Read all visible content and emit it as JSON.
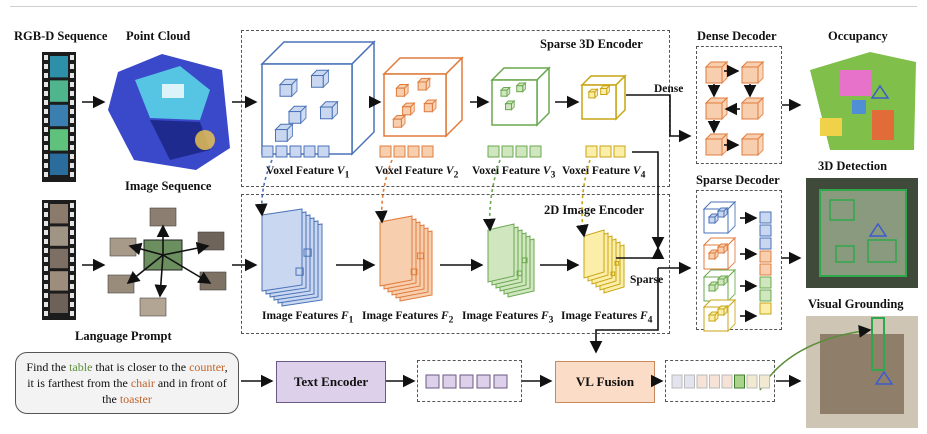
{
  "inputs": {
    "rgbd_sequence": "RGB-D Sequence",
    "point_cloud": "Point Cloud",
    "image_sequence": "Image Sequence",
    "language_prompt": "Language Prompt"
  },
  "encoders": {
    "sparse_3d": "Sparse 3D Encoder",
    "image_2d": "2D  Image Encoder",
    "text": "Text Encoder"
  },
  "voxel_features": [
    {
      "prefix": "Voxel Feature ",
      "sym": "V",
      "sub": "1"
    },
    {
      "prefix": "Voxel Feature ",
      "sym": "V",
      "sub": "2"
    },
    {
      "prefix": "Voxel Feature ",
      "sym": "V",
      "sub": "3"
    },
    {
      "prefix": "Voxel Feature ",
      "sym": "V",
      "sub": "4"
    }
  ],
  "image_features": [
    {
      "prefix": "Image Features ",
      "sym": "F",
      "sub": "1"
    },
    {
      "prefix": "Image Features ",
      "sym": "F",
      "sub": "2"
    },
    {
      "prefix": "Image Features ",
      "sym": "F",
      "sub": "3"
    },
    {
      "prefix": "Image Features ",
      "sym": "F",
      "sub": "4"
    }
  ],
  "branches": {
    "dense": "Dense",
    "sparse": "Sparse"
  },
  "decoders": {
    "dense": "Dense Decoder",
    "sparse": "Sparse Decoder"
  },
  "outputs": {
    "occupancy": "Occupancy",
    "detection": "3D Detection",
    "grounding": "Visual Grounding"
  },
  "fusion": "VL Fusion",
  "prompt": {
    "p1": "Find the ",
    "w1": "table",
    "p2": " that is closer to the ",
    "w2": "counter",
    "p3": ", it is farthest from the ",
    "w3": "chair",
    "p4": " and in front of the ",
    "w4": "toaster"
  },
  "colors": {
    "stage1": "#4a72b8",
    "stage1_fill": "#c9d8f0",
    "stage2": "#e07b3c",
    "stage2_fill": "#f8cfae",
    "stage3": "#6aa84f",
    "stage3_fill": "#cfe6bf",
    "stage4": "#c9a515",
    "stage4_fill": "#fbeea8",
    "text_encoder": "#dcd0ea",
    "vl_fusion": "#fbdcc6",
    "highlight_green": "#5a8f3a",
    "highlight_orange": "#c0632a"
  }
}
